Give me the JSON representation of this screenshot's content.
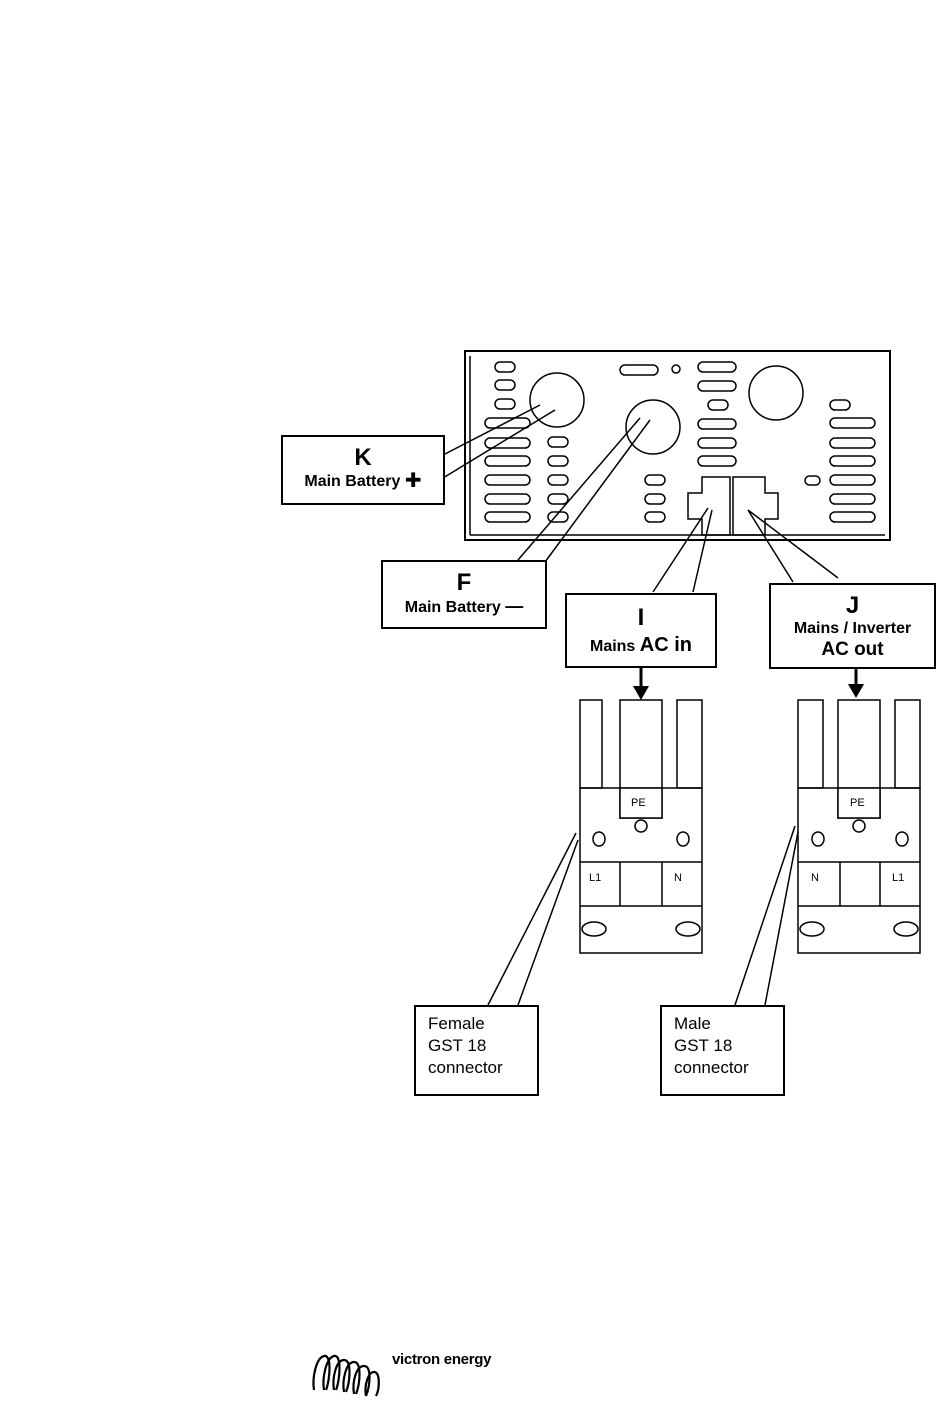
{
  "labels": {
    "K": {
      "letter": "K",
      "text": "Main Battery",
      "symbol": "✚"
    },
    "F": {
      "letter": "F",
      "text": "Main Battery",
      "symbol": "—"
    },
    "I": {
      "letter": "I",
      "line1_a": "Mains ",
      "line1_b": "AC in"
    },
    "J": {
      "letter": "J",
      "line1": "Mains / Inverter",
      "line2": "AC out"
    }
  },
  "connectors": {
    "female": {
      "line1": "Female",
      "line2": "GST 18",
      "line3": "connector",
      "pe": "PE",
      "left": "L1",
      "right": "N"
    },
    "male": {
      "line1": "Male",
      "line2": "GST 18",
      "line3": "connector",
      "pe": "PE",
      "left": "N",
      "right": "L1"
    }
  },
  "logo": {
    "text": "victron energy"
  }
}
